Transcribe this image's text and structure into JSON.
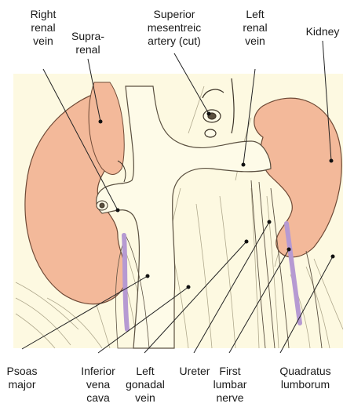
{
  "figure": {
    "colors": {
      "background": "#fdf9e1",
      "kidney": "#f3b99a",
      "kidney_outline": "#6f4a36",
      "vessel": "#fefbe8",
      "vessel_outline": "#5b5040",
      "fiber": "#9c9478",
      "ureter": "#b69ad2",
      "leader_line": "#222222"
    }
  },
  "labels": {
    "right_renal_vein": "Right\nrenal\nvein",
    "suprarenal": "Supra-\nrenal",
    "superior_mesenteric_artery": "Superior\nmesentreic\nartery (cut)",
    "left_renal_vein": "Left\nrenal\nvein",
    "kidney": "Kidney",
    "psoas_major": "Psoas\nmajor",
    "inferior_vena_cava": "Inferior\nvena\ncava",
    "left_gonadal_vein": "Left\ngonadal\nvein",
    "ureter": "Ureter",
    "first_lumbar_nerve": "First\nlumbar\nnerve",
    "quadratus_lumborum": "Quadratus\nlumborum"
  }
}
